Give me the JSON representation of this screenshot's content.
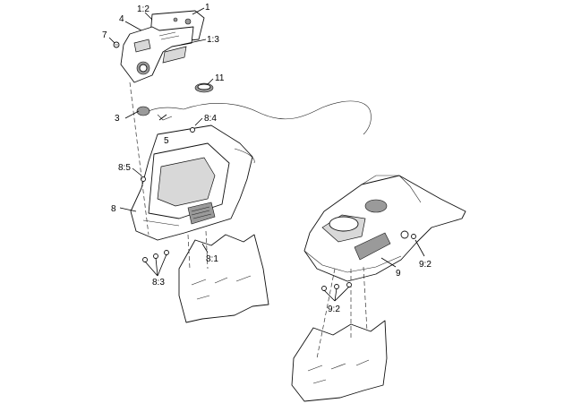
{
  "callouts": {
    "c1": "1",
    "c1_2": "1:2",
    "c1_3": "1:3",
    "c3": "3",
    "c4": "4",
    "c5": "5",
    "c7": "7",
    "c8": "8",
    "c8_1": "8:1",
    "c8_3": "8:3",
    "c8_4": "8:4",
    "c8_5": "8:5",
    "c9": "9",
    "c9_2": "9:2",
    "c11": "11"
  }
}
